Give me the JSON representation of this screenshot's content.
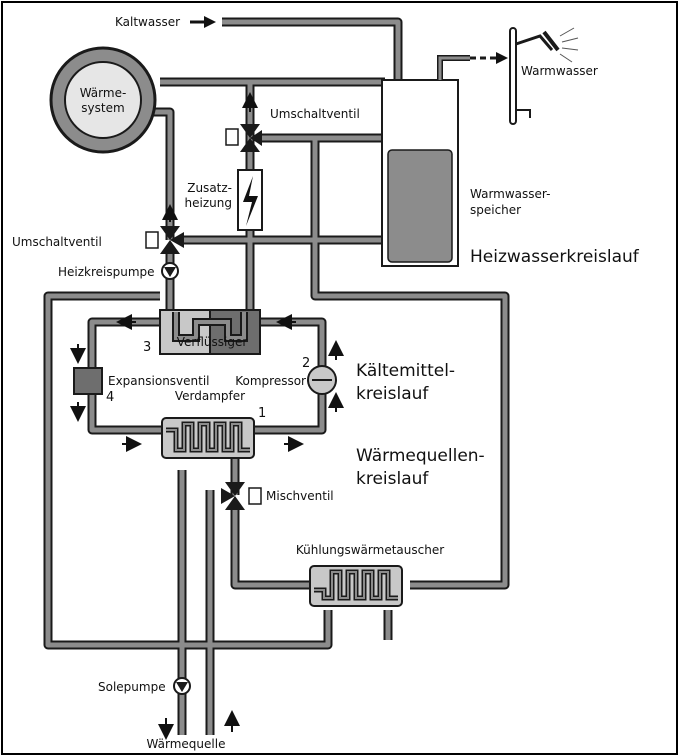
{
  "labels": {
    "kaltwasser": "Kaltwasser",
    "waermesystem_1": "Wärme-",
    "waermesystem_2": "system",
    "warmwasser": "Warmwasser",
    "umschaltventil_top": "Umschaltventil",
    "zusatz_1": "Zusatz-",
    "zusatz_2": "heizung",
    "speicher_1": "Warmwasser-",
    "speicher_2": "speicher",
    "umschaltventil_left": "Umschaltventil",
    "heizkreispumpe": "Heizkreispumpe",
    "heizwasserkreislauf": "Heizwasserkreislauf",
    "verfluessiger": "Verflüssiger",
    "expansionsventil": "Expansionsventil",
    "kompressor": "Kompressor",
    "verdampfer": "Verdampfer",
    "kaeltemittel_1": "Kältemittel-",
    "kaeltemittel_2": "kreislauf",
    "waermequellen_1": "Wärmequellen-",
    "waermequellen_2": "kreislauf",
    "mischventil": "Mischventil",
    "kuehlung": "Kühlungswärmetauscher",
    "solepumpe": "Solepumpe",
    "waermequelle": "Wärmequelle"
  },
  "numbers": {
    "n1": "1",
    "n2": "2",
    "n3": "3",
    "n4": "4"
  },
  "colors": {
    "pipe": "#8c8c8c",
    "pipe_outline": "#1a1a1a",
    "component": "#c8c8c8",
    "dark": "#6e6e6e",
    "frame": "#000000"
  }
}
